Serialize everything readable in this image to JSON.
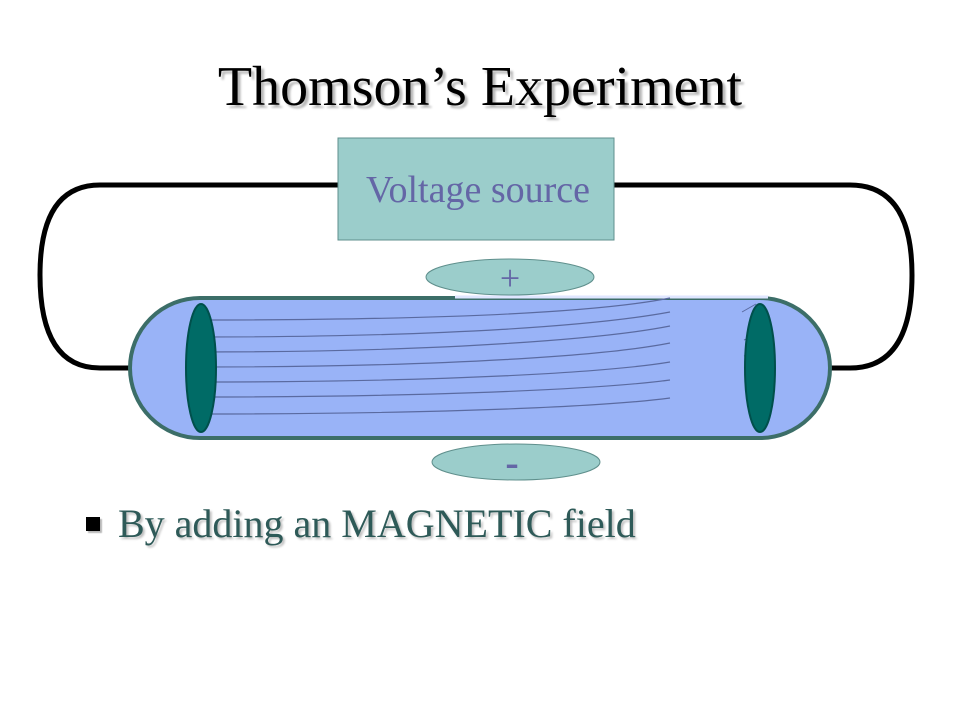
{
  "slide": {
    "title": "Thomson’s Experiment"
  },
  "diagram": {
    "voltage_source_label": "Voltage source",
    "positive_plate_label": "+",
    "negative_plate_label": "-",
    "colors": {
      "tube_fill": "#99b3f7",
      "tube_border": "#3c6e68",
      "electrode_fill": "#006b66",
      "voltage_box_fill": "#9bcdcb",
      "voltage_text": "#6466a6",
      "plate_fill": "#9bcdcb",
      "beam_line": "#5a6aa0",
      "wire": "#000000"
    }
  },
  "bullets": [
    {
      "text": "By adding an MAGNETIC field"
    }
  ]
}
